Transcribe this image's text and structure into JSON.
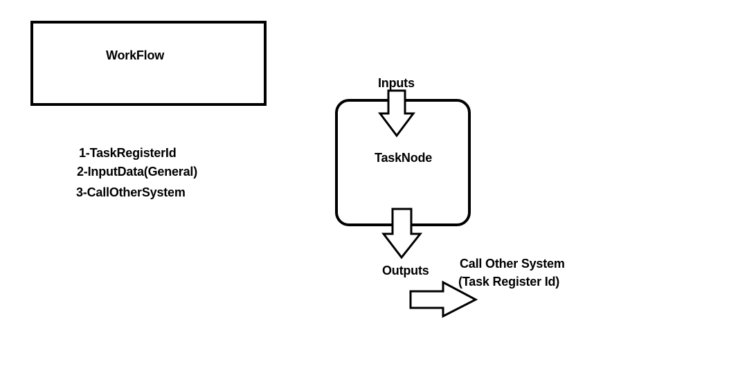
{
  "workflow_box": {
    "title": "WorkFlow"
  },
  "feature_list": {
    "items": [
      "1-TaskRegisterId",
      "2-InputData(General)",
      "3-CallOtherSystem"
    ]
  },
  "task_node": {
    "title": "TaskNode",
    "inputs_label": "Inputs",
    "outputs_label": "Outputs"
  },
  "call_other_system": {
    "line1": "Call Other System",
    "line2": "(Task Register Id)"
  },
  "colors": {
    "stroke": "#000000",
    "background": "#ffffff"
  }
}
